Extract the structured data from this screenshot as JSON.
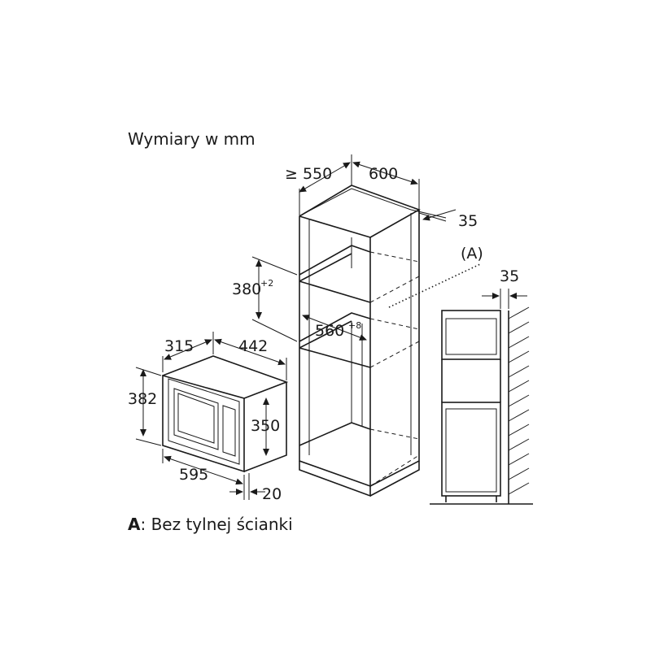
{
  "title": "Wymiary w mm",
  "caption": {
    "key": "A",
    "text": ": Bez tylnej ścianki"
  },
  "callout": "(A)",
  "dimensions": {
    "cabinet_depth": "≥ 550",
    "cabinet_width": "600",
    "cabinet_back_gap": "35",
    "niche_height": "380",
    "niche_height_tol": "+2",
    "niche_width": "560",
    "niche_width_tol": "+8",
    "side_gap": "35",
    "appliance_depth": "315",
    "appliance_width": "442",
    "appliance_height": "382",
    "front_height": "350",
    "front_width": "595",
    "front_depth": "20"
  },
  "colors": {
    "line": "#1a1a1a",
    "background": "#ffffff"
  }
}
